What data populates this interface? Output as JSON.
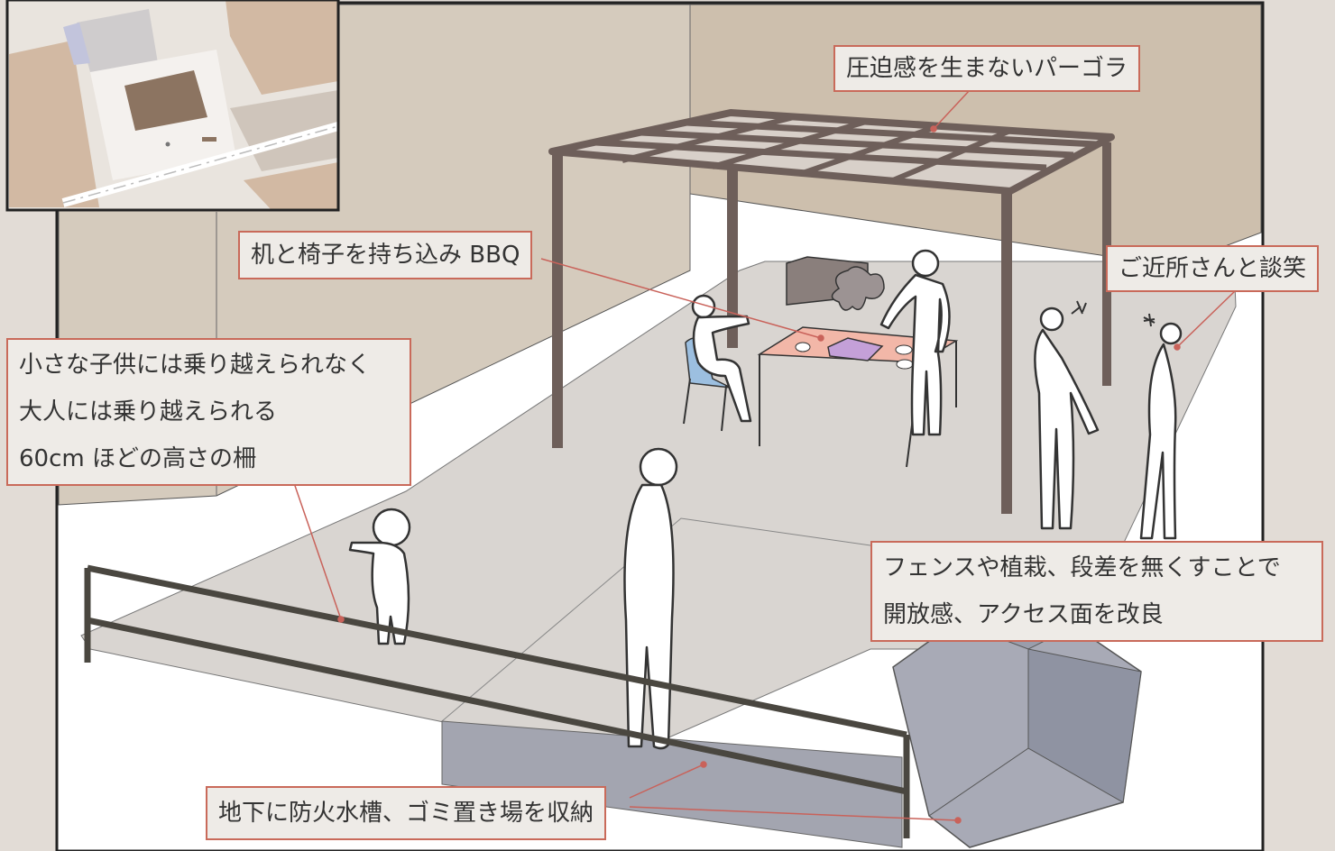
{
  "colors": {
    "page_background": "#e2dcd6",
    "wall_left": "#d5cbbd",
    "wall_right": "#cdbfad",
    "floor": "#d9d5d1",
    "pergola": "#6e5f5a",
    "fence": "#4a4740",
    "table": "#f2b7a8",
    "grill": "#c4a0d8",
    "chair": "#9cbfe0",
    "storage": "#a3a5b0",
    "callout_border": "#c96a5a",
    "callout_background": "#eeebe7",
    "leader_line": "#c9625a"
  },
  "labels": {
    "pergola": "圧迫感を生まないパーゴラ",
    "bbq": "机と椅子を持ち込み BBQ",
    "neighbors": "ご近所さんと談笑",
    "fence": [
      "小さな子供には乗り越えられなく",
      "大人には乗り越えられる",
      "60cm ほどの高さの柵"
    ],
    "open": [
      "フェンスや植栽、段差を無くすことで",
      "開放感、アクセス面を改良"
    ],
    "underground": "地下に防火水槽、ゴミ置き場を収納"
  }
}
